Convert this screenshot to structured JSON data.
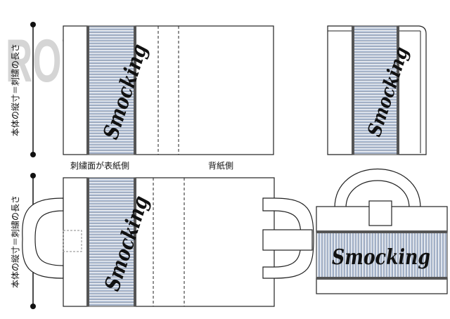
{
  "watermark": "ROYAL SEOJI",
  "embroidery_text": "Smocking",
  "dimension_label": "本体の縦寸＝刺繍の長さ",
  "front_cover_label": "刺繍面が表紙側",
  "back_cover_label": "背紙側",
  "colors": {
    "stripe_light": "#c9d4e4",
    "stripe_dark": "#7f8ea6",
    "band_edge": "#555555",
    "outline": "#222222",
    "watermark": "#c8c8c8"
  }
}
